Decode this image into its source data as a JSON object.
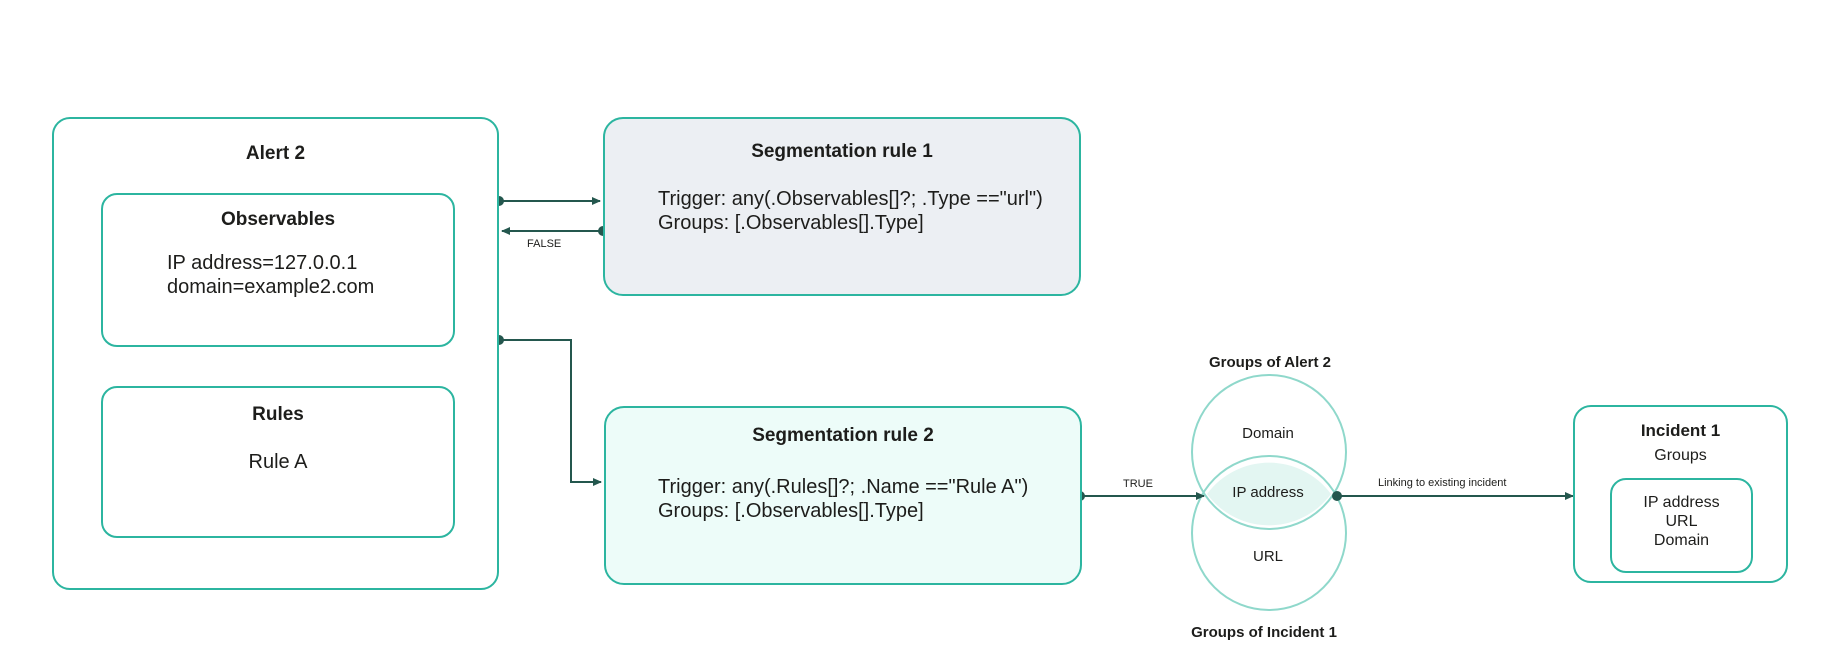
{
  "alert": {
    "title": "Alert 2",
    "observables": {
      "title": "Observables",
      "lines": [
        "IP address=127.0.0.1",
        "domain=example2.com"
      ]
    },
    "rules": {
      "title": "Rules",
      "value": "Rule A"
    }
  },
  "segmentation_rule_1": {
    "title": "Segmentation rule 1",
    "trigger": "Trigger: any(.Observables[]?; .Type ==\"url\")",
    "groups": "Groups: [.Observables[].Type]"
  },
  "segmentation_rule_2": {
    "title": "Segmentation rule 2",
    "trigger": "Trigger: any(.Rules[]?; .Name ==\"Rule A\")",
    "groups": "Groups: [.Observables[].Type]"
  },
  "venn": {
    "top_title": "Groups of Alert 2",
    "bottom_title": "Groups of Incident 1",
    "top_label": "Domain",
    "overlap_label": "IP address",
    "bottom_label": "URL"
  },
  "incident": {
    "title": "Incident 1",
    "subtitle": "Groups",
    "items": [
      "IP address",
      "URL",
      "Domain"
    ]
  },
  "edge_labels": {
    "false": "FALSE",
    "true": "TRUE",
    "linking": "Linking to existing incident"
  },
  "colors": {
    "border": "#2cb5a0",
    "arrow": "#24574e",
    "rule1_fill": "#eceff3",
    "rule2_fill": "#edfcf9",
    "venn_fill": "#e3f6f2"
  }
}
